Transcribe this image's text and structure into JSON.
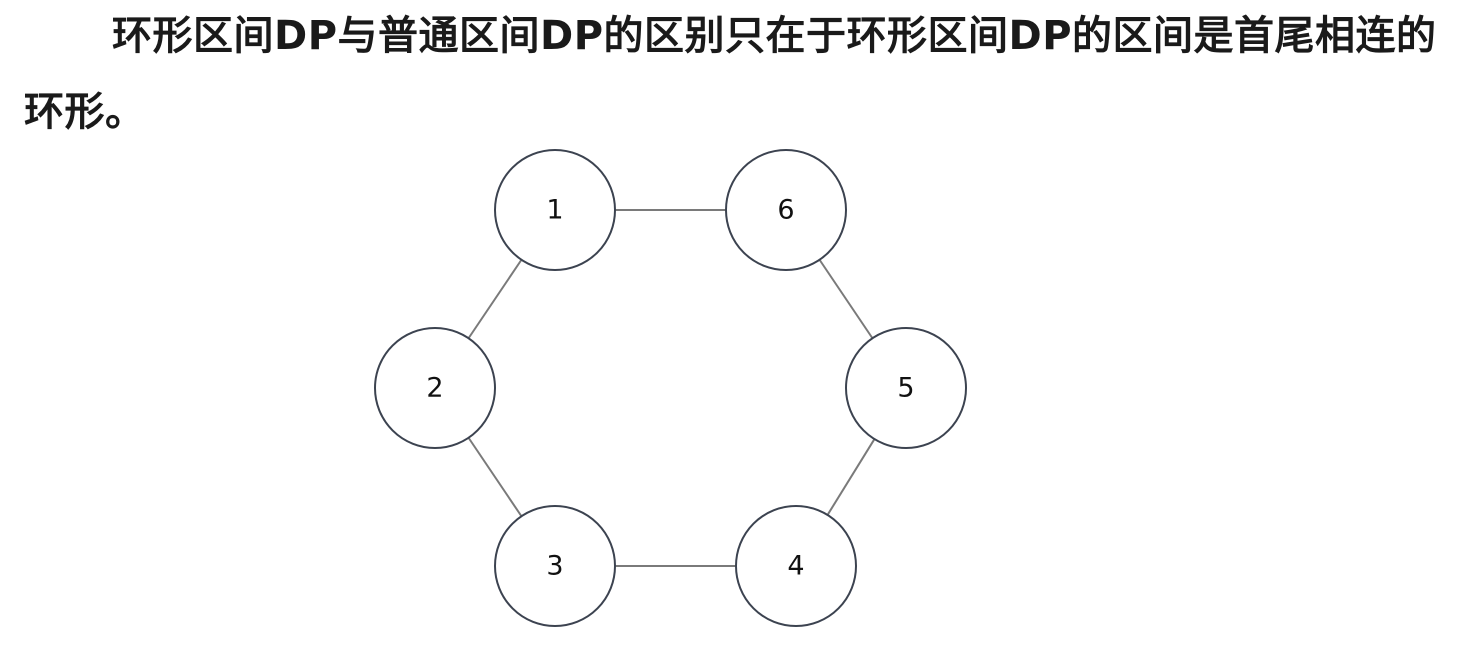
{
  "paragraph": {
    "line1": "环形区间DP与普通区间DP的区别只在于环形区间DP的区间是首尾相连的",
    "line2": "环形。"
  },
  "graph": {
    "nodes": [
      {
        "id": "1",
        "label": "1"
      },
      {
        "id": "2",
        "label": "2"
      },
      {
        "id": "3",
        "label": "3"
      },
      {
        "id": "4",
        "label": "4"
      },
      {
        "id": "5",
        "label": "5"
      },
      {
        "id": "6",
        "label": "6"
      }
    ],
    "edges": [
      {
        "from": "1",
        "to": "6"
      },
      {
        "from": "6",
        "to": "5"
      },
      {
        "from": "5",
        "to": "4"
      },
      {
        "from": "4",
        "to": "3"
      },
      {
        "from": "3",
        "to": "2"
      },
      {
        "from": "2",
        "to": "1"
      }
    ]
  }
}
